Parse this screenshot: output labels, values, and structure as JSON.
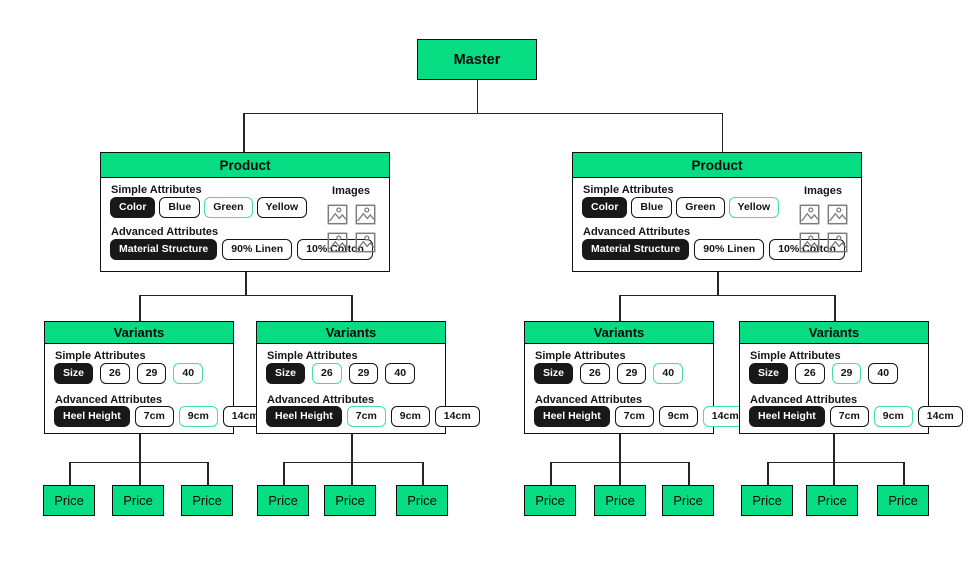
{
  "palette": {
    "green": "#06dc82",
    "mint": "#43df9f",
    "dark": "#181818",
    "line": "#262626",
    "icon_gray": "#7d7d7d"
  },
  "master": {
    "title": "Master"
  },
  "products": [
    {
      "title": "Product",
      "simple_label": "Simple Attributes",
      "advanced_label": "Advanced Attributes",
      "images_label": "Images",
      "simple_pills": [
        {
          "label": "Color",
          "kind": "dark"
        },
        {
          "label": "Blue",
          "kind": "outline"
        },
        {
          "label": "Green",
          "kind": "active"
        },
        {
          "label": "Yellow",
          "kind": "outline"
        }
      ],
      "advanced_pills": [
        {
          "label": "Material Structure",
          "kind": "dark"
        },
        {
          "label": "90% Linen",
          "kind": "outline"
        },
        {
          "label": "10% Cotton",
          "kind": "outline"
        }
      ]
    },
    {
      "title": "Product",
      "simple_label": "Simple Attributes",
      "advanced_label": "Advanced Attributes",
      "images_label": "Images",
      "simple_pills": [
        {
          "label": "Color",
          "kind": "dark"
        },
        {
          "label": "Blue",
          "kind": "outline"
        },
        {
          "label": "Green",
          "kind": "outline"
        },
        {
          "label": "Yellow",
          "kind": "active"
        }
      ],
      "advanced_pills": [
        {
          "label": "Material Structure",
          "kind": "dark"
        },
        {
          "label": "90% Linen",
          "kind": "outline"
        },
        {
          "label": "10% Cotton",
          "kind": "outline"
        }
      ]
    }
  ],
  "variant_nodes": [
    {
      "title": "Variants",
      "simple_label": "Simple Attributes",
      "advanced_label": "Advanced Attributes",
      "simple_pills": [
        {
          "label": "Size",
          "kind": "dark"
        },
        {
          "label": "26",
          "kind": "outline"
        },
        {
          "label": "29",
          "kind": "outline"
        },
        {
          "label": "40",
          "kind": "active"
        }
      ],
      "advanced_pills": [
        {
          "label": "Heel Height",
          "kind": "dark"
        },
        {
          "label": "7cm",
          "kind": "outline"
        },
        {
          "label": "9cm",
          "kind": "active"
        },
        {
          "label": "14cm",
          "kind": "outline"
        }
      ]
    },
    {
      "title": "Variants",
      "simple_label": "Simple Attributes",
      "advanced_label": "Advanced Attributes",
      "simple_pills": [
        {
          "label": "Size",
          "kind": "dark"
        },
        {
          "label": "26",
          "kind": "active"
        },
        {
          "label": "29",
          "kind": "outline"
        },
        {
          "label": "40",
          "kind": "outline"
        }
      ],
      "advanced_pills": [
        {
          "label": "Heel Height",
          "kind": "dark"
        },
        {
          "label": "7cm",
          "kind": "active"
        },
        {
          "label": "9cm",
          "kind": "outline"
        },
        {
          "label": "14cm",
          "kind": "outline"
        }
      ]
    },
    {
      "title": "Variants",
      "simple_label": "Simple Attributes",
      "advanced_label": "Advanced Attributes",
      "simple_pills": [
        {
          "label": "Size",
          "kind": "dark"
        },
        {
          "label": "26",
          "kind": "outline"
        },
        {
          "label": "29",
          "kind": "outline"
        },
        {
          "label": "40",
          "kind": "active"
        }
      ],
      "advanced_pills": [
        {
          "label": "Heel Height",
          "kind": "dark"
        },
        {
          "label": "7cm",
          "kind": "outline"
        },
        {
          "label": "9cm",
          "kind": "outline"
        },
        {
          "label": "14cm",
          "kind": "active"
        }
      ]
    },
    {
      "title": "Variants",
      "simple_label": "Simple Attributes",
      "advanced_label": "Advanced Attributes",
      "simple_pills": [
        {
          "label": "Size",
          "kind": "dark"
        },
        {
          "label": "26",
          "kind": "outline"
        },
        {
          "label": "29",
          "kind": "active"
        },
        {
          "label": "40",
          "kind": "outline"
        }
      ],
      "advanced_pills": [
        {
          "label": "Heel Height",
          "kind": "dark"
        },
        {
          "label": "7cm",
          "kind": "outline"
        },
        {
          "label": "9cm",
          "kind": "active"
        },
        {
          "label": "14cm",
          "kind": "outline"
        }
      ]
    }
  ],
  "price": {
    "label": "Price",
    "count": 12
  }
}
